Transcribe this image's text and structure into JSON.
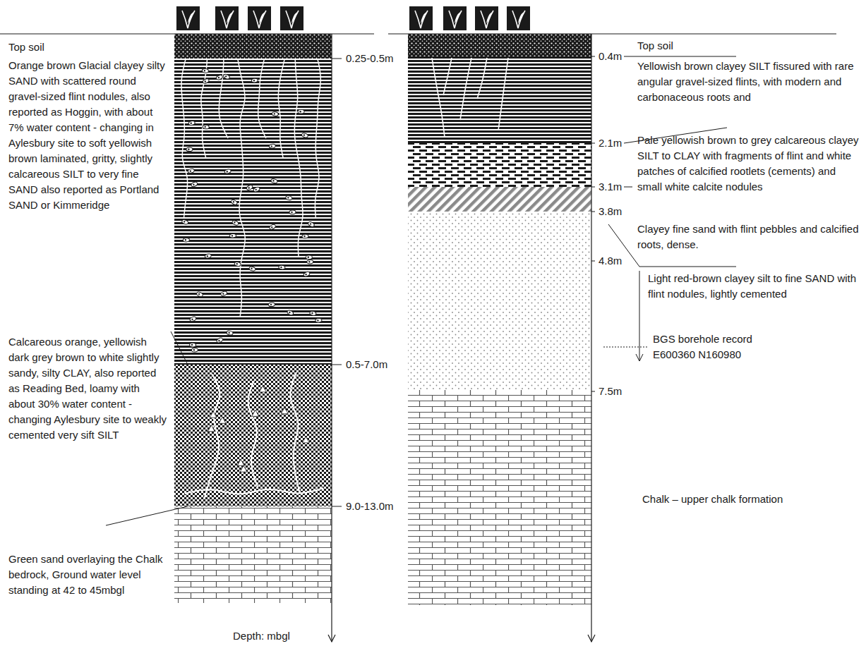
{
  "diagram": {
    "labels": [
      "Top soil",
      "0.25-0.5m",
      "Orange brown Glacial clayey silty SAND with scattered round gravel-sized flint nodules, also reported as Hoggin, with about 7% water content - changing in Aylesbury site to soft yellowish brown laminated, gritty, slightly calcareous SILT to very fine SAND also reported as Portland SAND or Kimmeridge",
      "0.5-7.0m",
      "Calcareous orange, yellowish dark grey brown to white slightly sandy, silty CLAY, also reported as Reading Bed, loamy with about 30% water content - changing Aylesbury site to weakly cemented very sift SILT",
      "9.0-13.0m",
      "Green sand overlaying the Chalk bedrock, Ground water level standing at 42 to 45mbgl",
      "Depth: mbgl",
      "0.4m",
      "Top soil",
      "Yellowish brown clayey SILT fissured with rare angular gravel-sized flints, with modern and carbonaceous roots and",
      "2.1m",
      "Pale yellowish brown to grey calcareous clayey SILT to CLAY with fragments of flint and white patches of calcified rootlets (cements) and small white calcite nodules",
      "3.1m",
      "3.8m",
      "Clayey fine sand with flint pebbles and calcified roots, dense.",
      "4.8m",
      "Light red-brown clayey silt to fine SAND with flint nodules, lightly cemented",
      "BGS borehole record E600360 N160980",
      "7.5m",
      "Chalk – upper chalk formation"
    ]
  }
}
